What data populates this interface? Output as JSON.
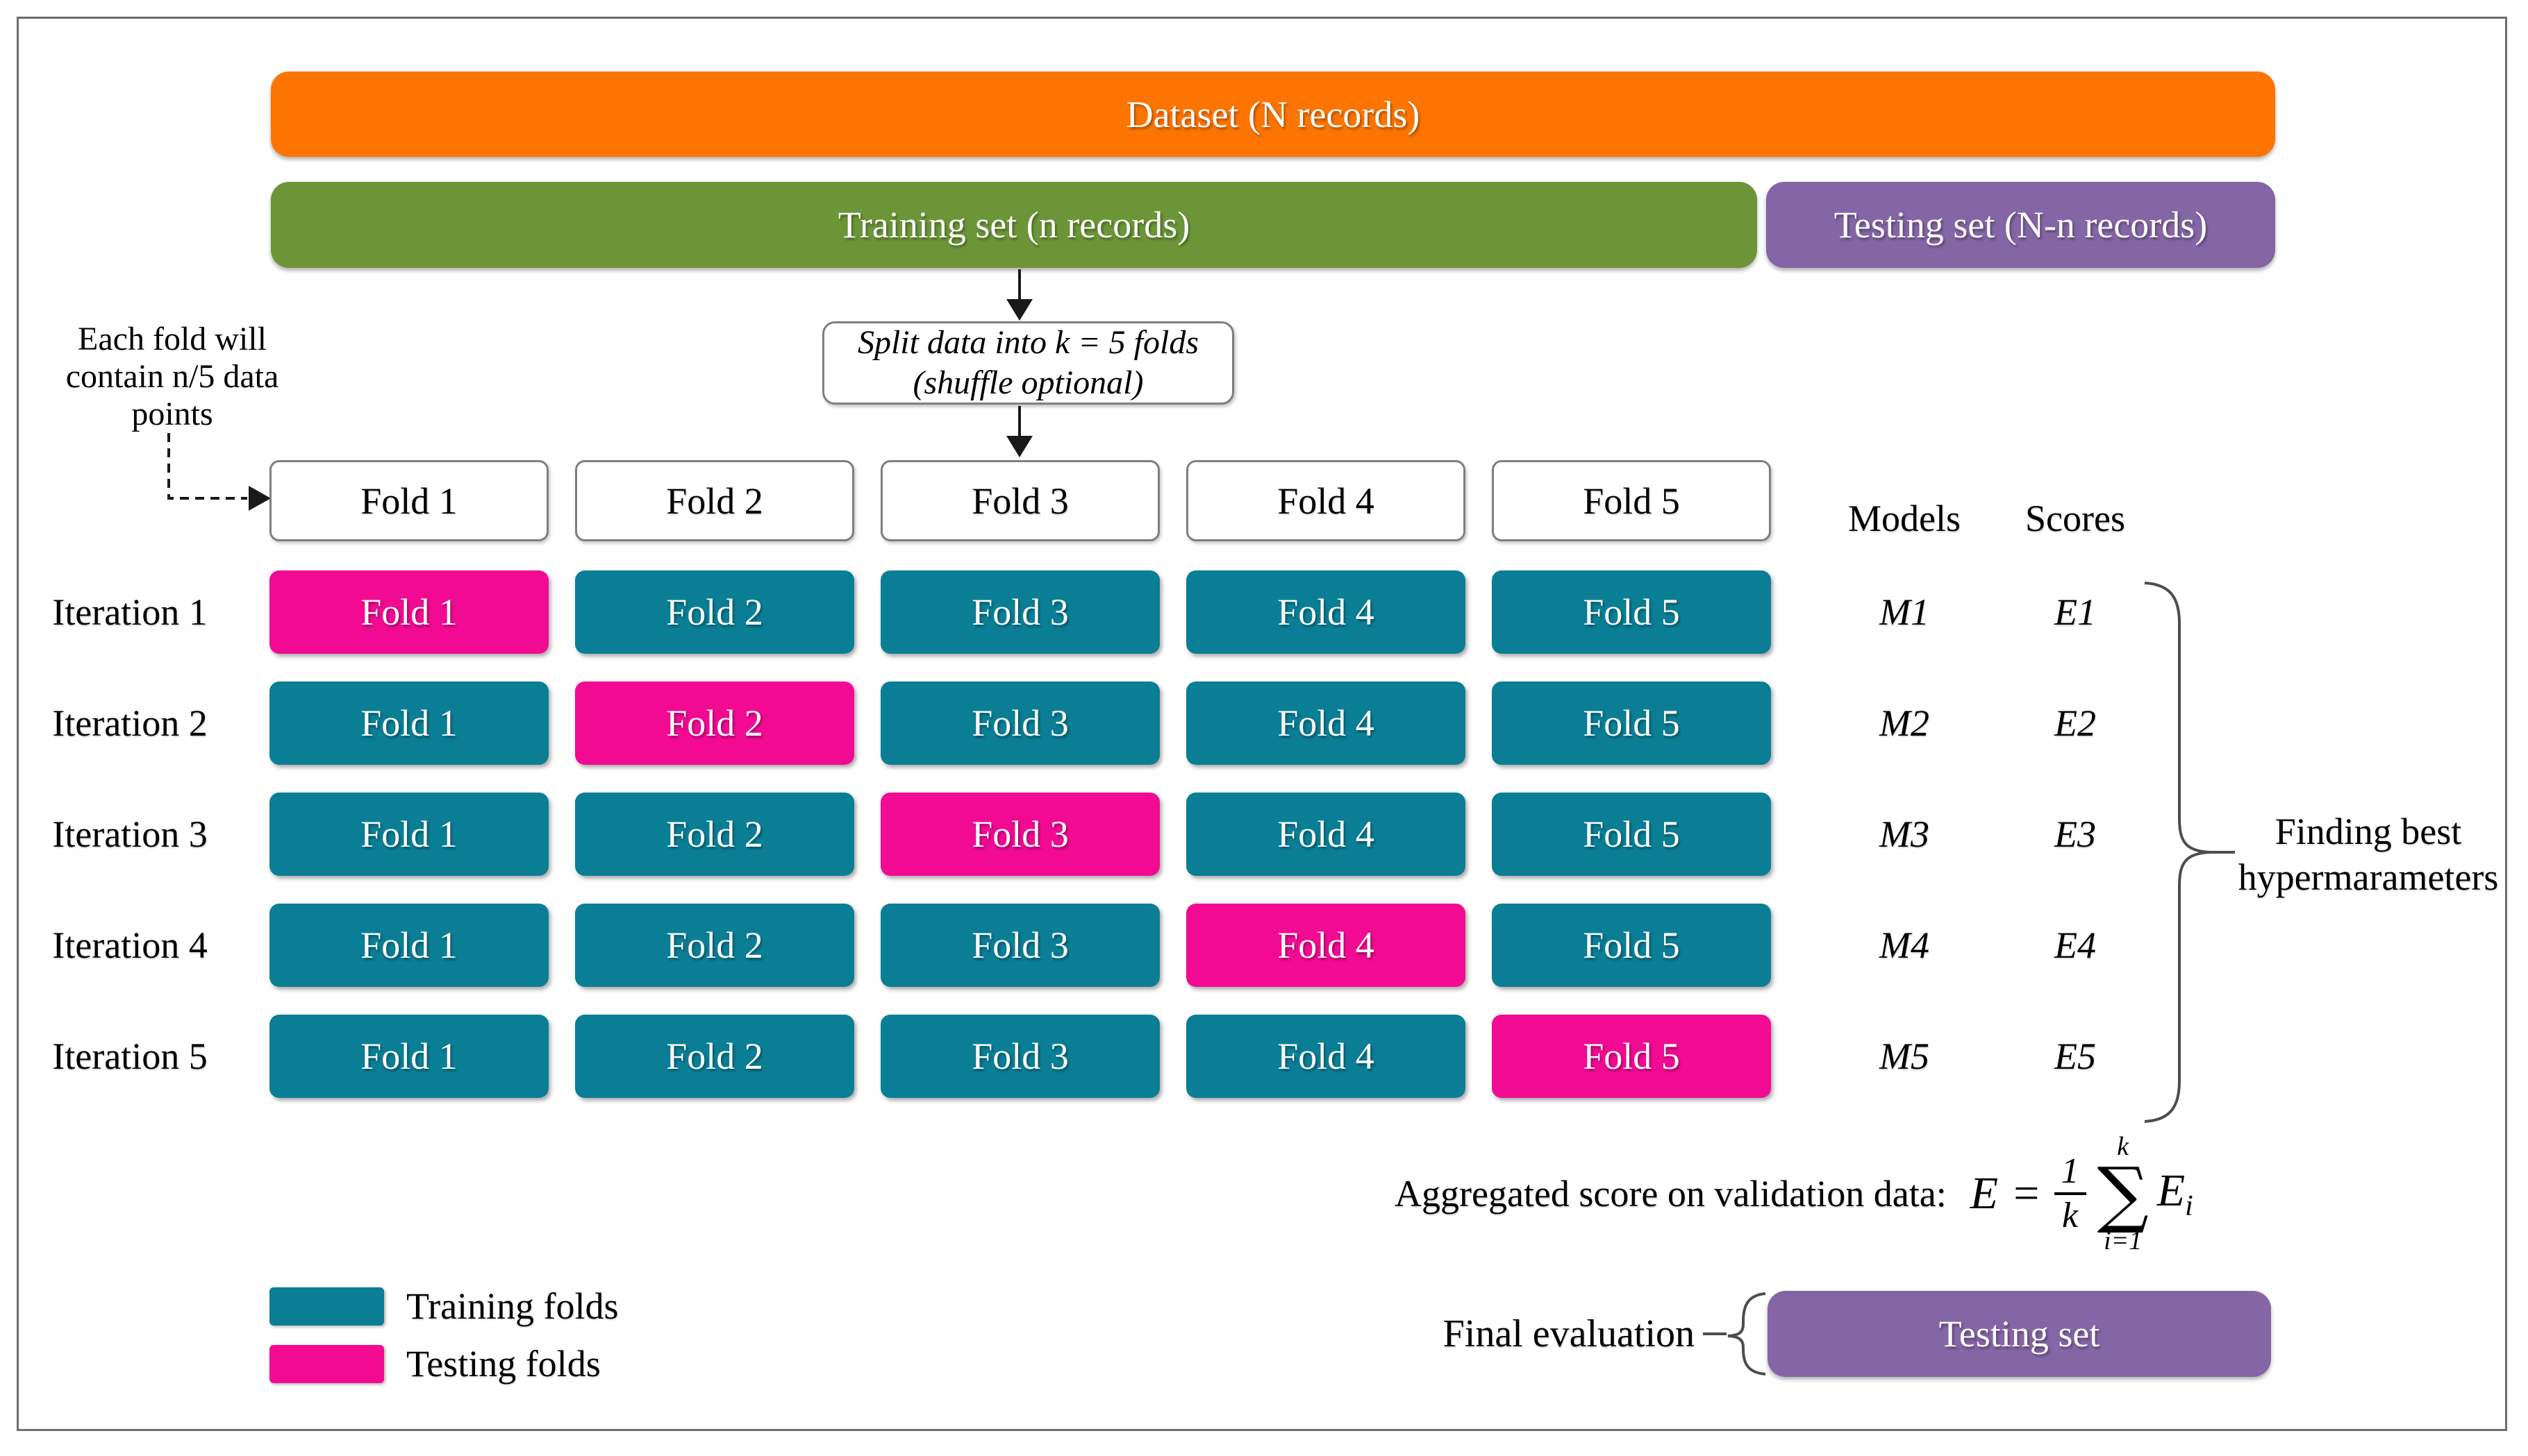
{
  "colors": {
    "orange": "#FD7400",
    "green": "#6C9537",
    "purple": "#8465A5",
    "teal": "#0A7E95",
    "magenta": "#F30A93",
    "frame_gray": "#6e6e6e",
    "box_border_gray": "#7f7f7f"
  },
  "top_bars": {
    "dataset_label": "Dataset (N records)",
    "training_label": "Training set (n records)",
    "testing_label": "Testing set (N-n records)"
  },
  "annotation": {
    "lines": [
      "Each fold will",
      "contain n/5 data",
      "points"
    ]
  },
  "split_box": {
    "lines": [
      "Split data into k = 5 folds",
      "(shuffle optional)"
    ]
  },
  "columns": {
    "models_header": "Models",
    "scores_header": "Scores"
  },
  "grid": {
    "fold_headers": [
      "Fold 1",
      "Fold 2",
      "Fold 3",
      "Fold 4",
      "Fold 5"
    ],
    "rows": [
      {
        "label": "Iteration 1",
        "model": "M1",
        "score": "E1",
        "cells": [
          {
            "text": "Fold 1",
            "type": "test"
          },
          {
            "text": "Fold 2",
            "type": "train"
          },
          {
            "text": "Fold 3",
            "type": "train"
          },
          {
            "text": "Fold 4",
            "type": "train"
          },
          {
            "text": "Fold 5",
            "type": "train"
          }
        ]
      },
      {
        "label": "Iteration 2",
        "model": "M2",
        "score": "E2",
        "cells": [
          {
            "text": "Fold 1",
            "type": "train"
          },
          {
            "text": "Fold 2",
            "type": "test"
          },
          {
            "text": "Fold 3",
            "type": "train"
          },
          {
            "text": "Fold 4",
            "type": "train"
          },
          {
            "text": "Fold 5",
            "type": "train"
          }
        ]
      },
      {
        "label": "Iteration 3",
        "model": "M3",
        "score": "E3",
        "cells": [
          {
            "text": "Fold 1",
            "type": "train"
          },
          {
            "text": "Fold 2",
            "type": "train"
          },
          {
            "text": "Fold 3",
            "type": "test"
          },
          {
            "text": "Fold 4",
            "type": "train"
          },
          {
            "text": "Fold 5",
            "type": "train"
          }
        ]
      },
      {
        "label": "Iteration 4",
        "model": "M4",
        "score": "E4",
        "cells": [
          {
            "text": "Fold 1",
            "type": "train"
          },
          {
            "text": "Fold 2",
            "type": "train"
          },
          {
            "text": "Fold 3",
            "type": "train"
          },
          {
            "text": "Fold 4",
            "type": "test"
          },
          {
            "text": "Fold 5",
            "type": "train"
          }
        ]
      },
      {
        "label": "Iteration 5",
        "model": "M5",
        "score": "E5",
        "cells": [
          {
            "text": "Fold 1",
            "type": "train"
          },
          {
            "text": "Fold 2",
            "type": "train"
          },
          {
            "text": "Fold 3",
            "type": "train"
          },
          {
            "text": "Fold 4",
            "type": "train"
          },
          {
            "text": "Fold 5",
            "type": "test"
          }
        ]
      }
    ]
  },
  "brace_label": {
    "lines": [
      "Finding best",
      "hypermarameters"
    ]
  },
  "formula": {
    "prefix": "Aggregated score on validation data:",
    "lhs": "E",
    "equals": "=",
    "frac_num": "1",
    "frac_den": "k",
    "sum_symbol": "∑",
    "sum_top": "k",
    "sum_bottom": "i=1",
    "term_base": "E",
    "term_sub": "i"
  },
  "legend": [
    {
      "label": "Training folds",
      "type": "train"
    },
    {
      "label": "Testing folds",
      "type": "test"
    }
  ],
  "final_eval": {
    "label": "Final evaluation",
    "box_label": "Testing set"
  }
}
